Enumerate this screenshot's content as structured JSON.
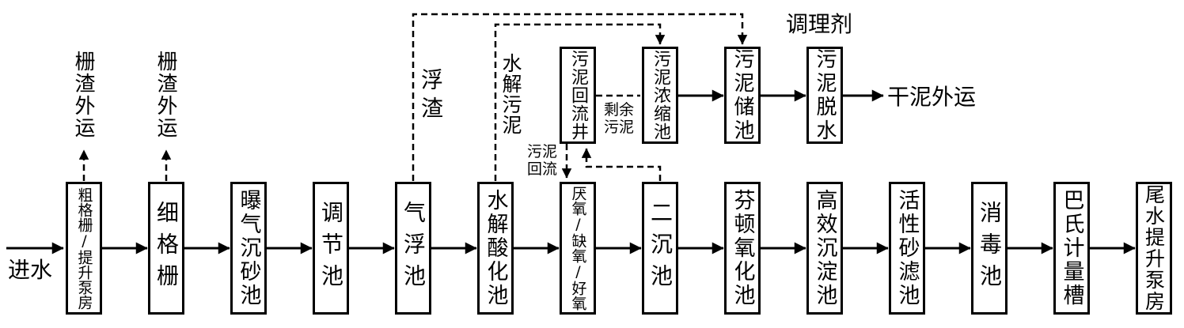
{
  "diagram": {
    "inlet_label": "进水",
    "main_row": [
      {
        "label": "粗格栅/提升泵房"
      },
      {
        "label": "细格栅"
      },
      {
        "label": "曝气沉砂池"
      },
      {
        "label": "调节池"
      },
      {
        "label": "气浮池"
      },
      {
        "label": "水解酸化池"
      },
      {
        "label": "厌氧/缺氧/好氧"
      },
      {
        "label": "二沉池"
      },
      {
        "label": "芬顿氧化池"
      },
      {
        "label": "高效沉淀池"
      },
      {
        "label": "活性砂滤池"
      },
      {
        "label": "消毒池"
      },
      {
        "label": "巴氏计量槽"
      },
      {
        "label": "尾水提升泵房"
      }
    ],
    "sludge_row": [
      {
        "label": "污泥回流井"
      },
      {
        "label": "污泥浓缩池"
      },
      {
        "label": "污泥储池"
      },
      {
        "label": "污泥脱水"
      }
    ],
    "flow_labels": {
      "screenings_out_1": "栅渣外运",
      "screenings_out_2": "栅渣外运",
      "scum": "浮渣",
      "hydrolysis_sludge": "水解污泥",
      "sludge_return": "污泥\n回流",
      "surplus_sludge": "剩余\n污泥",
      "conditioner": "调理剂",
      "dry_sludge_out": "干泥外运"
    },
    "colors": {
      "line": "#000000",
      "background": "#ffffff",
      "box_fill": "#ffffff"
    }
  }
}
